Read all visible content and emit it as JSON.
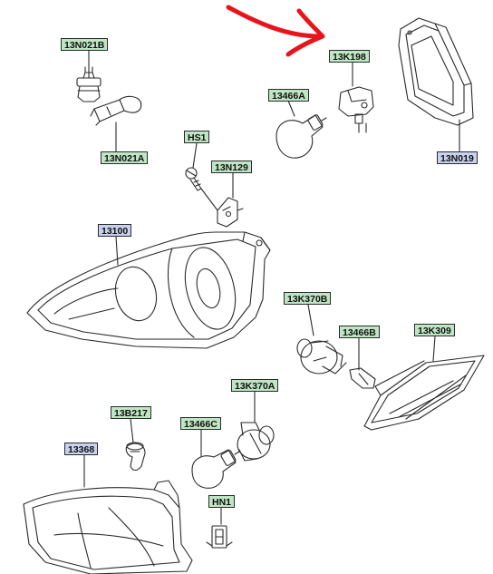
{
  "labels": {
    "p13N021B": "13N021B",
    "p13N021A": "13N021A",
    "p13466A": "13466A",
    "p13K198": "13K198",
    "p13N019": "13N019",
    "pHS1": "HS1",
    "p13N129": "13N129",
    "p13100": "13100",
    "p13K370B": "13K370B",
    "p13466B": "13466B",
    "p13K309": "13K309",
    "p13B217": "13B217",
    "p13466C": "13466C",
    "p13K370A": "13K370A",
    "p13368": "13368",
    "pHN1": "HN1"
  },
  "colors": {
    "green_label": "#bfe6c4",
    "blue_label": "#c8d2ee",
    "line": "#2a2a2a",
    "annotation_arrow": "#e8141b"
  }
}
